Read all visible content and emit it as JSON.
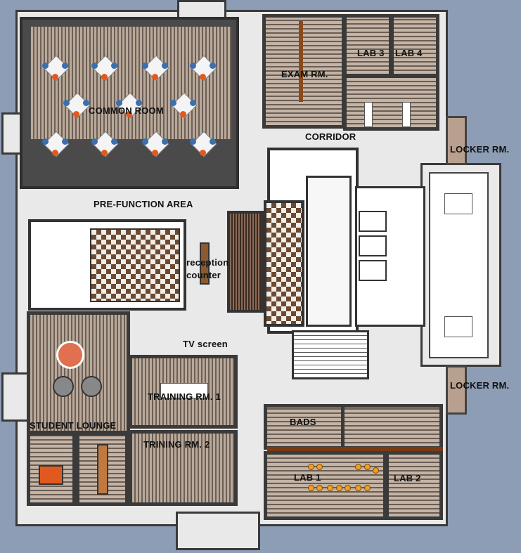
{
  "plan": {
    "rooms": {
      "common_room": "COMMON ROOM",
      "exam_room": "EXAM RM.",
      "lab3": "LAB 3",
      "lab4": "LAB 4",
      "corridor": "CORRIDOR",
      "locker_top": "LOCKER RM.",
      "locker_bottom": "LOCKER RM.",
      "pre_function": "PRE-FUNCTION AREA",
      "reception_line1": "reception",
      "reception_line2": "counter",
      "tv_screen": "TV screen",
      "training1": "TRAINING RM. 1",
      "training2": "TRINING RM. 2",
      "student_lounge": "STUDENT LOUNGE",
      "bads": "BADS",
      "lab1": "LAB 1",
      "lab2": "LAB 2"
    },
    "colors": {
      "background": "#8d9db5",
      "wall": "#3a3a3a",
      "floor": "#b9a99a",
      "accent": "#e05a20"
    }
  }
}
